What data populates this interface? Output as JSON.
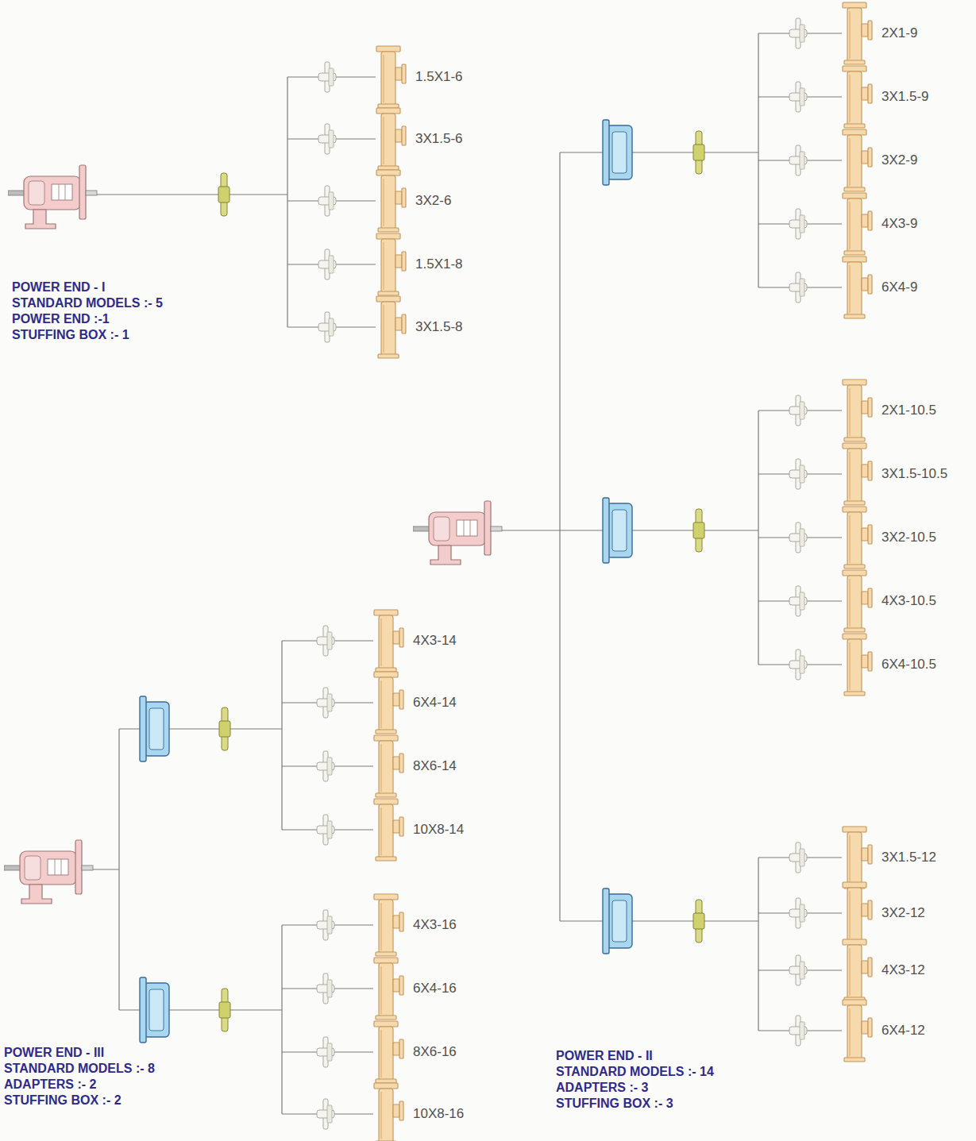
{
  "diagram": {
    "nodes": [
      {
        "text": [
          "1.5X1-6"
        ]
      },
      {
        "text": [
          "3X1.5-6"
        ]
      },
      {
        "text": [
          "3X2-6"
        ]
      },
      {
        "text": [
          "1.5X1-8"
        ]
      },
      {
        "text": [
          "3X1.5-8"
        ]
      },
      {
        "text": [
          "2X1-9"
        ]
      },
      {
        "text": [
          "3X1.5-9"
        ]
      },
      {
        "text": [
          "3X2-9"
        ]
      },
      {
        "text": [
          "4X3-9"
        ]
      },
      {
        "text": [
          "6X4-9"
        ]
      },
      {
        "text": [
          "2X1-10.5"
        ]
      },
      {
        "text": [
          "3X1.5-10.5"
        ]
      },
      {
        "text": [
          "3X2-10.5"
        ]
      },
      {
        "text": [
          "4X3-10.5"
        ]
      },
      {
        "text": [
          "6X4-10.5"
        ]
      },
      {
        "text": [
          "3X1.5-12"
        ]
      },
      {
        "text": [
          "3X2-12"
        ]
      },
      {
        "text": [
          "4X3-12"
        ]
      },
      {
        "text": [
          "6X4-12"
        ]
      },
      {
        "text": [
          "4X3-14"
        ]
      },
      {
        "text": [
          "6X4-14"
        ]
      },
      {
        "text": [
          "8X6-14"
        ]
      },
      {
        "text": [
          "10X8-14"
        ]
      },
      {
        "text": [
          "4X3-16"
        ]
      },
      {
        "text": [
          "6X4-16"
        ]
      },
      {
        "text": [
          "8X6-16"
        ]
      },
      {
        "text": [
          "10X8-16"
        ]
      }
    ],
    "labels": [
      "POWER END - I",
      "STANDARD MODELS :- 5",
      "POWER END :-1",
      "STUFFING BOX :- 1",
      "POWER END - III",
      "STANDARD MODELS :- 8",
      "ADAPTERS :- 2",
      "STUFFING BOX :- 2",
      "POWER END - II",
      "STANDARD MODELS :- 14",
      "ADAPTERS :- 3",
      "STUFFING BOX :- 3"
    ]
  }
}
